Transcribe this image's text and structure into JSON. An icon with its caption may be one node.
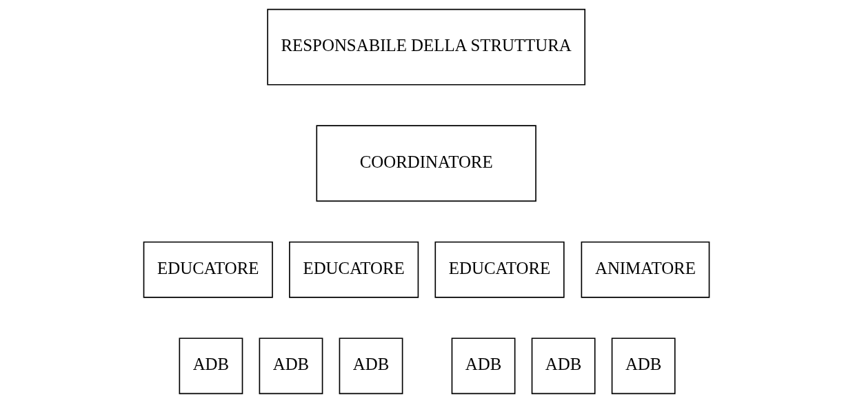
{
  "diagram": {
    "nodes": [
      {
        "text": [
          "RESPONSABILE DELLA STRUTTURA"
        ]
      },
      {
        "text": [
          "COORDINATORE"
        ]
      },
      {
        "text": [
          "EDUCATORE"
        ]
      },
      {
        "text": [
          "EDUCATORE"
        ]
      },
      {
        "text": [
          "EDUCATORE"
        ]
      },
      {
        "text": [
          "ANIMATORE"
        ]
      },
      {
        "text": [
          "ADB"
        ]
      },
      {
        "text": [
          "ADB"
        ]
      },
      {
        "text": [
          "ADB"
        ]
      },
      {
        "text": [
          "ADB"
        ]
      },
      {
        "text": [
          "ADB"
        ]
      },
      {
        "text": [
          "ADB"
        ]
      }
    ]
  }
}
